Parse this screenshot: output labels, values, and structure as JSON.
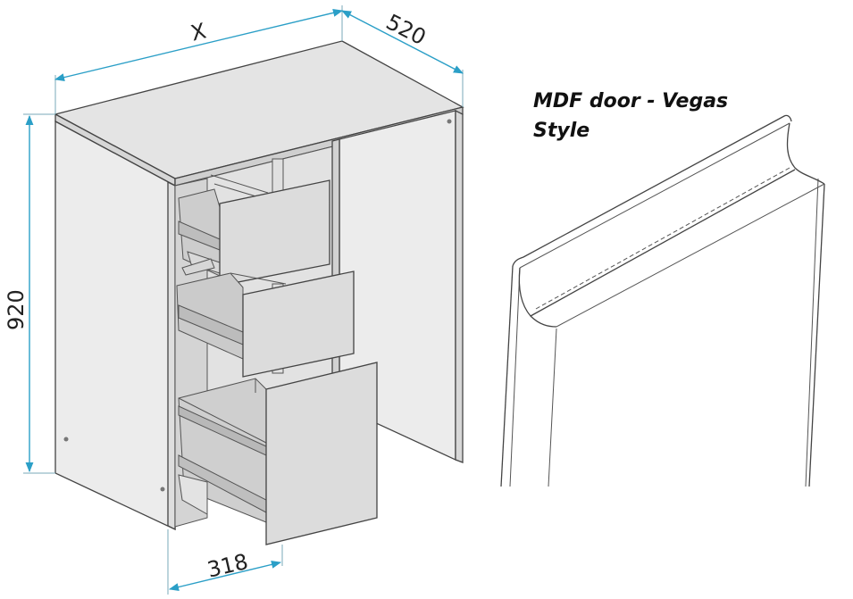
{
  "dimensions": {
    "width_label": "X",
    "depth_label": "520",
    "height_label": "920",
    "drawer_width_label": "318"
  },
  "door_title": {
    "line1": "MDF door - Vegas",
    "line2": "Style"
  },
  "colors": {
    "dimension_line": "#2b9fc7",
    "cabinet_light": "#ebebeb",
    "cabinet_mid": "#dcdcdc",
    "cabinet_dark": "#c9c9c9",
    "outline": "#444444"
  }
}
